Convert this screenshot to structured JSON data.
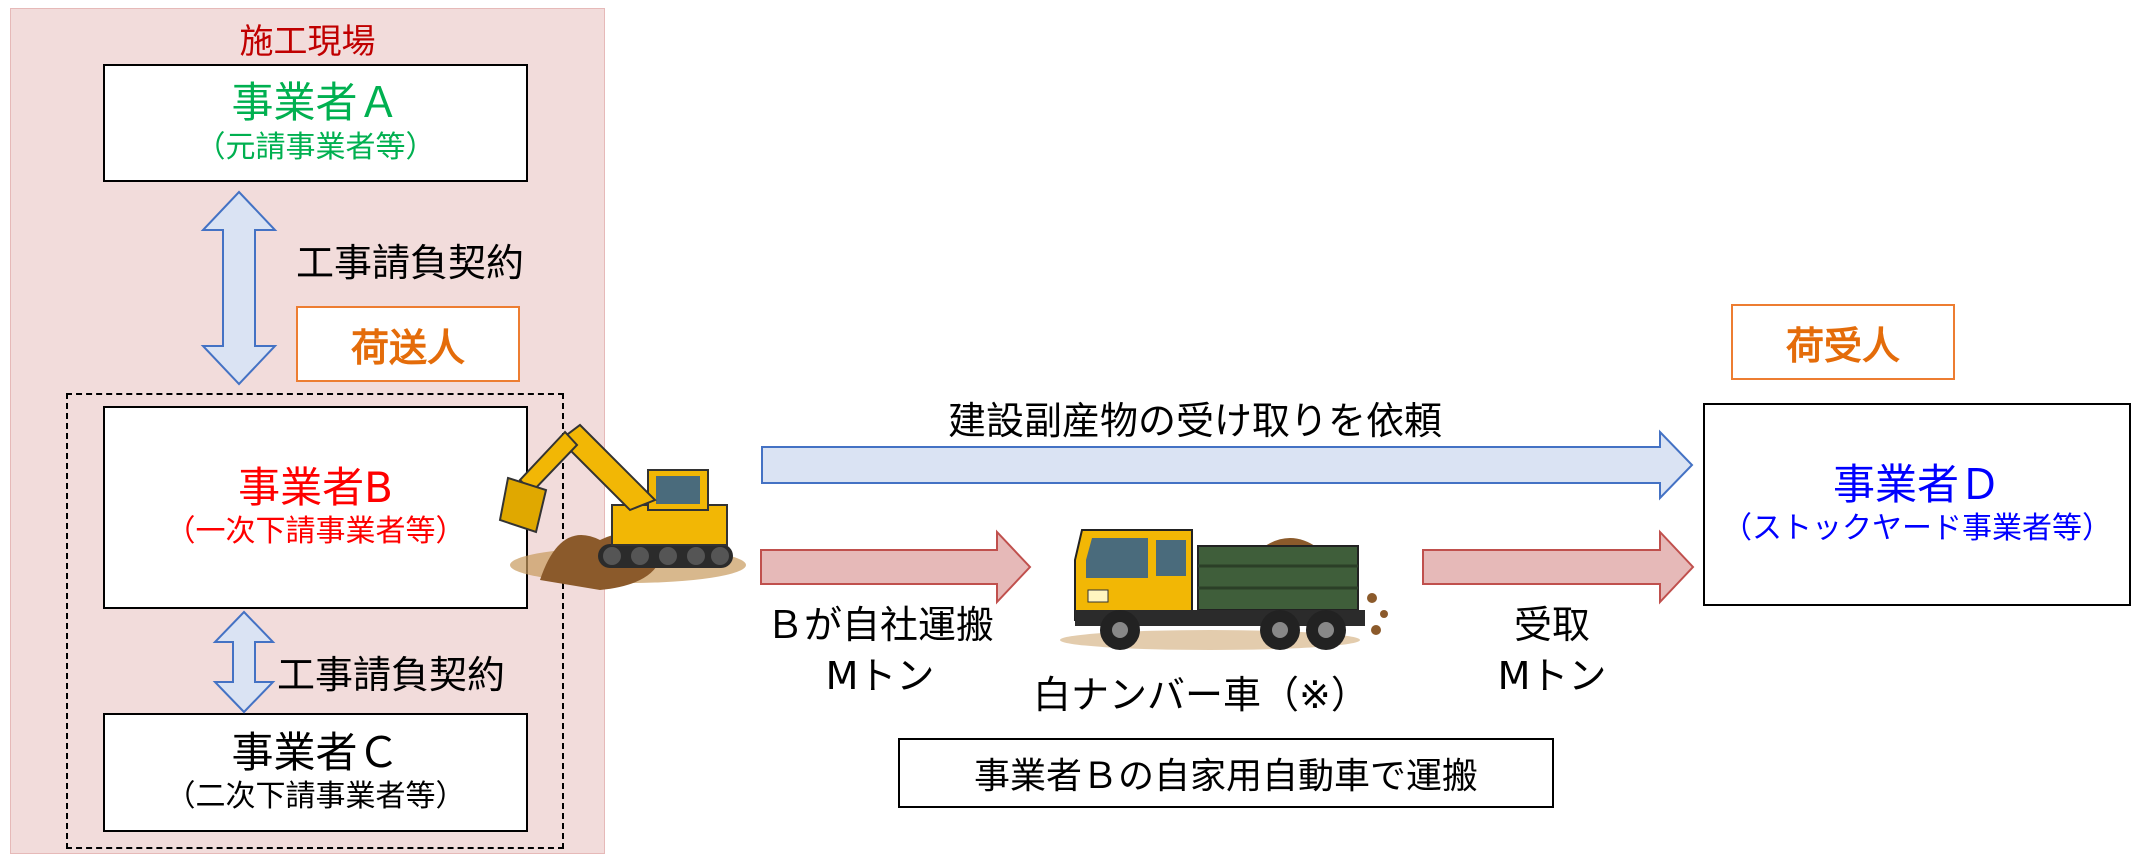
{
  "site": {
    "label": "施工現場"
  },
  "companies": {
    "a": {
      "name": "事業者Ａ",
      "sub": "（元請事業者等）",
      "color": "#00b050"
    },
    "b": {
      "name": "事業者B",
      "sub": "（一次下請事業者等）",
      "color": "#ff0000"
    },
    "c": {
      "name": "事業者Ｃ",
      "sub": "（二次下請事業者等）",
      "color": "#000000"
    },
    "d": {
      "name": "事業者Ｄ",
      "sub": "（ストックヤード事業者等）",
      "color": "#0000ff"
    }
  },
  "roles": {
    "shipper": "荷送人",
    "receiver": "荷受人"
  },
  "contracts": {
    "a_b": "工事請負契約",
    "b_c": "工事請負契約"
  },
  "flows": {
    "request": "建設副産物の受け取りを依頼",
    "transport_line1": "Ｂが自社運搬",
    "transport_line2": "Mトン",
    "truck_label": "白ナンバー車（※）",
    "receive_line1": "受取",
    "receive_line2": "Mトン"
  },
  "note": "事業者Ｂの自家用自動車で運搬",
  "colors": {
    "site_bg": "#f2dcdb",
    "arrow_blue_fill": "#dae3f3",
    "arrow_blue_stroke": "#4472c4",
    "arrow_red_fill": "#e6b9b8",
    "arrow_red_stroke": "#c0504d",
    "role_border": "#ed7d31"
  },
  "icons": [
    "excavator-icon",
    "dump-truck-icon"
  ]
}
